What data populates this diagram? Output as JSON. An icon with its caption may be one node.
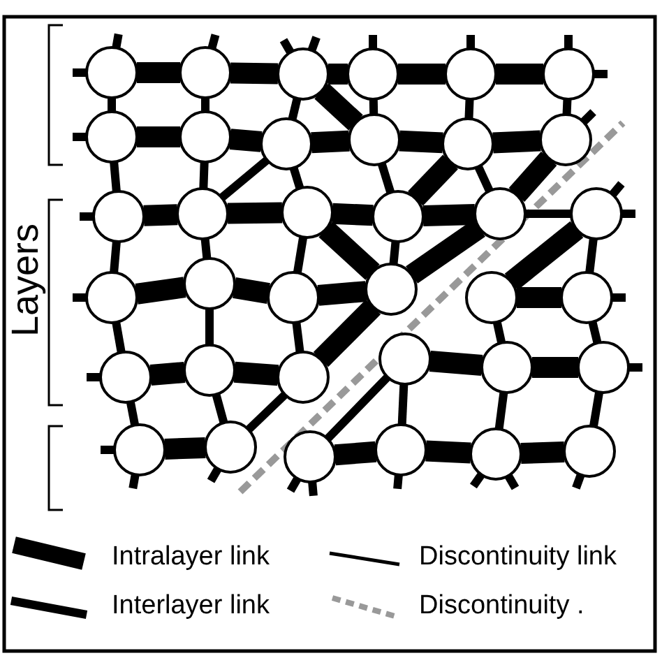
{
  "diagram": {
    "nodes": [
      {
        "text": [],
        "shape": "circle"
      },
      {
        "text": [],
        "shape": "circle"
      },
      {
        "text": [],
        "shape": "circle"
      },
      {
        "text": [],
        "shape": "circle"
      },
      {
        "text": [],
        "shape": "circle"
      },
      {
        "text": [],
        "shape": "circle"
      },
      {
        "text": [],
        "shape": "circle"
      },
      {
        "text": [],
        "shape": "circle"
      },
      {
        "text": [],
        "shape": "circle"
      },
      {
        "text": [],
        "shape": "circle"
      },
      {
        "text": [],
        "shape": "circle"
      },
      {
        "text": [],
        "shape": "circle"
      },
      {
        "text": [],
        "shape": "circle"
      },
      {
        "text": [],
        "shape": "circle"
      },
      {
        "text": [],
        "shape": "circle"
      },
      {
        "text": [],
        "shape": "circle"
      },
      {
        "text": [],
        "shape": "circle"
      },
      {
        "text": [],
        "shape": "circle"
      },
      {
        "text": [],
        "shape": "circle"
      },
      {
        "text": [],
        "shape": "circle"
      },
      {
        "text": [],
        "shape": "circle"
      },
      {
        "text": [],
        "shape": "circle"
      },
      {
        "text": [],
        "shape": "circle"
      },
      {
        "text": [],
        "shape": "circle"
      },
      {
        "text": [],
        "shape": "circle"
      },
      {
        "text": [],
        "shape": "circle"
      },
      {
        "text": [],
        "shape": "circle"
      },
      {
        "text": [],
        "shape": "circle"
      },
      {
        "text": [],
        "shape": "circle"
      },
      {
        "text": [],
        "shape": "circle"
      },
      {
        "text": [],
        "shape": "circle"
      },
      {
        "text": [],
        "shape": "circle"
      },
      {
        "text": [],
        "shape": "circle"
      },
      {
        "text": [],
        "shape": "circle"
      },
      {
        "text": [],
        "shape": "circle"
      },
      {
        "text": [],
        "shape": "circle"
      }
    ],
    "edges": [
      {
        "from": 0,
        "to": 1,
        "arrow": "none",
        "style": "thick"
      },
      {
        "from": 1,
        "to": 2,
        "arrow": "none",
        "style": "thick"
      },
      {
        "from": 2,
        "to": 3,
        "arrow": "none",
        "style": "thick"
      },
      {
        "from": 3,
        "to": 4,
        "arrow": "none",
        "style": "thick"
      },
      {
        "from": 4,
        "to": 5,
        "arrow": "none",
        "style": "thick"
      },
      {
        "from": 0,
        "to": 6,
        "arrow": "none"
      },
      {
        "from": 1,
        "to": 7,
        "arrow": "none"
      },
      {
        "from": 2,
        "to": 8,
        "arrow": "none"
      },
      {
        "from": 3,
        "to": 9,
        "arrow": "none"
      },
      {
        "from": 4,
        "to": 10,
        "arrow": "none"
      },
      {
        "from": 5,
        "to": 11,
        "arrow": "none"
      },
      {
        "from": 2,
        "to": 9,
        "arrow": "none",
        "style": "thick"
      },
      {
        "from": 6,
        "to": 7,
        "arrow": "none",
        "style": "thick"
      },
      {
        "from": 7,
        "to": 8,
        "arrow": "none",
        "style": "thick"
      },
      {
        "from": 8,
        "to": 9,
        "arrow": "none",
        "style": "thick"
      },
      {
        "from": 9,
        "to": 10,
        "arrow": "none",
        "style": "thick"
      },
      {
        "from": 10,
        "to": 11,
        "arrow": "none",
        "style": "thick"
      },
      {
        "from": 6,
        "to": 12,
        "arrow": "none"
      },
      {
        "from": 7,
        "to": 13,
        "arrow": "none"
      },
      {
        "from": 8,
        "to": 14,
        "arrow": "none"
      },
      {
        "from": 9,
        "to": 15,
        "arrow": "none"
      },
      {
        "from": 10,
        "to": 16,
        "arrow": "none"
      },
      {
        "from": 10,
        "to": 15,
        "arrow": "none",
        "style": "thick"
      },
      {
        "from": 11,
        "to": 16,
        "arrow": "none",
        "style": "thick"
      },
      {
        "from": 8,
        "to": 13,
        "arrow": "none"
      },
      {
        "from": 12,
        "to": 13,
        "arrow": "none",
        "style": "thick"
      },
      {
        "from": 13,
        "to": 14,
        "arrow": "none",
        "style": "thick"
      },
      {
        "from": 14,
        "to": 15,
        "arrow": "none",
        "style": "thick"
      },
      {
        "from": 15,
        "to": 16,
        "arrow": "none",
        "style": "thick"
      },
      {
        "from": 16,
        "to": 17,
        "arrow": "none"
      },
      {
        "from": 12,
        "to": 18,
        "arrow": "none"
      },
      {
        "from": 13,
        "to": 19,
        "arrow": "none"
      },
      {
        "from": 14,
        "to": 20,
        "arrow": "none"
      },
      {
        "from": 15,
        "to": 21,
        "arrow": "none"
      },
      {
        "from": 17,
        "to": 23,
        "arrow": "none"
      },
      {
        "from": 14,
        "to": 21,
        "arrow": "none",
        "style": "thick"
      },
      {
        "from": 21,
        "to": 16,
        "arrow": "none",
        "style": "thick"
      },
      {
        "from": 22,
        "to": 17,
        "arrow": "none",
        "style": "thick"
      },
      {
        "from": 18,
        "to": 19,
        "arrow": "none",
        "style": "thick"
      },
      {
        "from": 19,
        "to": 20,
        "arrow": "none",
        "style": "thick"
      },
      {
        "from": 20,
        "to": 21,
        "arrow": "none",
        "style": "thick"
      },
      {
        "from": 22,
        "to": 23,
        "arrow": "none",
        "style": "thick"
      },
      {
        "from": 18,
        "to": 24,
        "arrow": "none"
      },
      {
        "from": 19,
        "to": 25,
        "arrow": "none"
      },
      {
        "from": 20,
        "to": 26,
        "arrow": "none"
      },
      {
        "from": 22,
        "to": 28,
        "arrow": "none"
      },
      {
        "from": 23,
        "to": 29,
        "arrow": "none"
      },
      {
        "from": 26,
        "to": 21,
        "arrow": "none",
        "style": "thick"
      },
      {
        "from": 31,
        "to": 26,
        "arrow": "none"
      },
      {
        "from": 24,
        "to": 25,
        "arrow": "none",
        "style": "thick"
      },
      {
        "from": 25,
        "to": 26,
        "arrow": "none",
        "style": "thick"
      },
      {
        "from": 27,
        "to": 28,
        "arrow": "none",
        "style": "thick"
      },
      {
        "from": 28,
        "to": 29,
        "arrow": "none",
        "style": "thick"
      },
      {
        "from": 24,
        "to": 30,
        "arrow": "none"
      },
      {
        "from": 25,
        "to": 31,
        "arrow": "none"
      },
      {
        "from": 27,
        "to": 33,
        "arrow": "none"
      },
      {
        "from": 28,
        "to": 34,
        "arrow": "none"
      },
      {
        "from": 29,
        "to": 35,
        "arrow": "none"
      },
      {
        "from": 32,
        "to": 27,
        "arrow": "none"
      },
      {
        "from": 30,
        "to": 31,
        "arrow": "none",
        "style": "thick"
      },
      {
        "from": 32,
        "to": 33,
        "arrow": "none",
        "style": "thick"
      },
      {
        "from": 33,
        "to": 34,
        "arrow": "none",
        "style": "thick"
      },
      {
        "from": 34,
        "to": 35,
        "arrow": "none",
        "style": "thick"
      },
      {
        "from": 0,
        "to": null,
        "arrow": "none"
      },
      {
        "from": 0,
        "to": null,
        "arrow": "none"
      },
      {
        "from": 1,
        "to": null,
        "arrow": "none"
      },
      {
        "from": 2,
        "to": null,
        "arrow": "none"
      },
      {
        "from": 2,
        "to": null,
        "arrow": "none"
      },
      {
        "from": 3,
        "to": null,
        "arrow": "none"
      },
      {
        "from": 4,
        "to": null,
        "arrow": "none"
      },
      {
        "from": 5,
        "to": null,
        "arrow": "none"
      },
      {
        "from": 5,
        "to": null,
        "arrow": "none"
      },
      {
        "from": 6,
        "to": null,
        "arrow": "none"
      },
      {
        "from": 11,
        "to": null,
        "arrow": "none"
      },
      {
        "from": 12,
        "to": null,
        "arrow": "none"
      },
      {
        "from": 17,
        "to": null,
        "arrow": "none"
      },
      {
        "from": 17,
        "to": null,
        "arrow": "none"
      },
      {
        "from": 18,
        "to": null,
        "arrow": "none"
      },
      {
        "from": 23,
        "to": null,
        "arrow": "none"
      },
      {
        "from": 24,
        "to": null,
        "arrow": "none"
      },
      {
        "from": 29,
        "to": null,
        "arrow": "none"
      },
      {
        "from": 30,
        "to": null,
        "arrow": "none"
      },
      {
        "from": 30,
        "to": null,
        "arrow": "none"
      },
      {
        "from": 31,
        "to": null,
        "arrow": "none"
      },
      {
        "from": 32,
        "to": null,
        "arrow": "none"
      },
      {
        "from": 32,
        "to": null,
        "arrow": "none"
      },
      {
        "from": 33,
        "to": null,
        "arrow": "none"
      },
      {
        "from": 34,
        "to": null,
        "arrow": "none"
      },
      {
        "from": 34,
        "to": null,
        "arrow": "none"
      },
      {
        "from": 35,
        "to": null,
        "arrow": "none"
      }
    ],
    "labels": [
      "Layers"
    ],
    "legend": [
      {
        "text": "Intralayer link"
      },
      {
        "text": "Interlayer link"
      },
      {
        "text": "Discontinuity link"
      },
      {
        "text": "Discontinuity ."
      }
    ]
  }
}
